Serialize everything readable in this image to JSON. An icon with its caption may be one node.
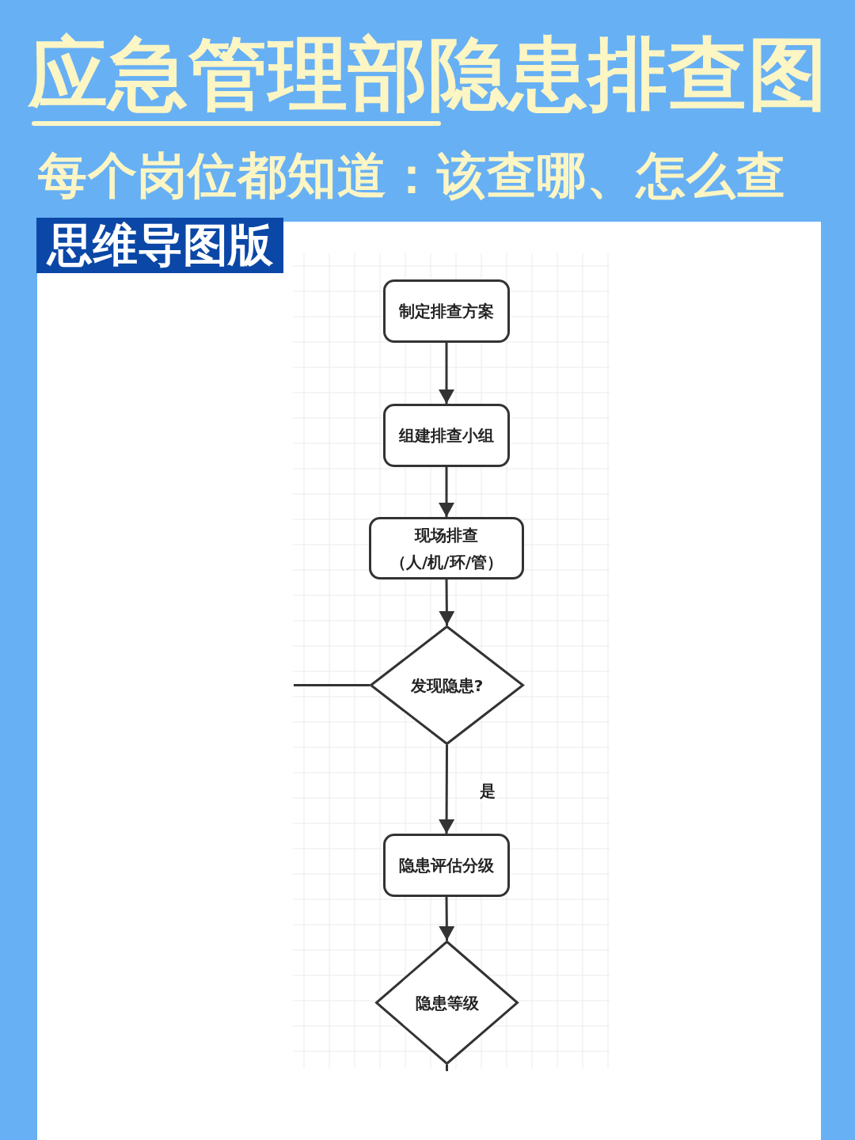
{
  "diagram": {
    "title": "应急管理部隐患排查图",
    "nodes": [
      {
        "text": [
          "制定排查方案"
        ]
      },
      {
        "text": [
          "组建排查小组"
        ]
      },
      {
        "text": [
          "现场排查",
          "（人/机/环/管）"
        ]
      },
      {
        "text": [
          "发现隐患?"
        ]
      },
      {
        "text": [
          "隐患评估分级"
        ]
      },
      {
        "text": [
          "隐患等级"
        ]
      }
    ],
    "edges": [
      {
        "from": 0,
        "to": 1,
        "arrow": "to"
      },
      {
        "from": 1,
        "to": 2,
        "arrow": "to"
      },
      {
        "from": 2,
        "to": 3,
        "arrow": "to"
      },
      {
        "from": 3,
        "to": null,
        "arrow": "none"
      },
      {
        "from": 3,
        "to": 4,
        "arrow": "to",
        "label": "是"
      },
      {
        "from": 4,
        "to": 5,
        "arrow": "to"
      },
      {
        "from": 5,
        "to": null,
        "arrow": "none"
      }
    ],
    "labels": [
      "每个岗位都知道：该查哪、怎么查",
      "思维导图版"
    ]
  }
}
